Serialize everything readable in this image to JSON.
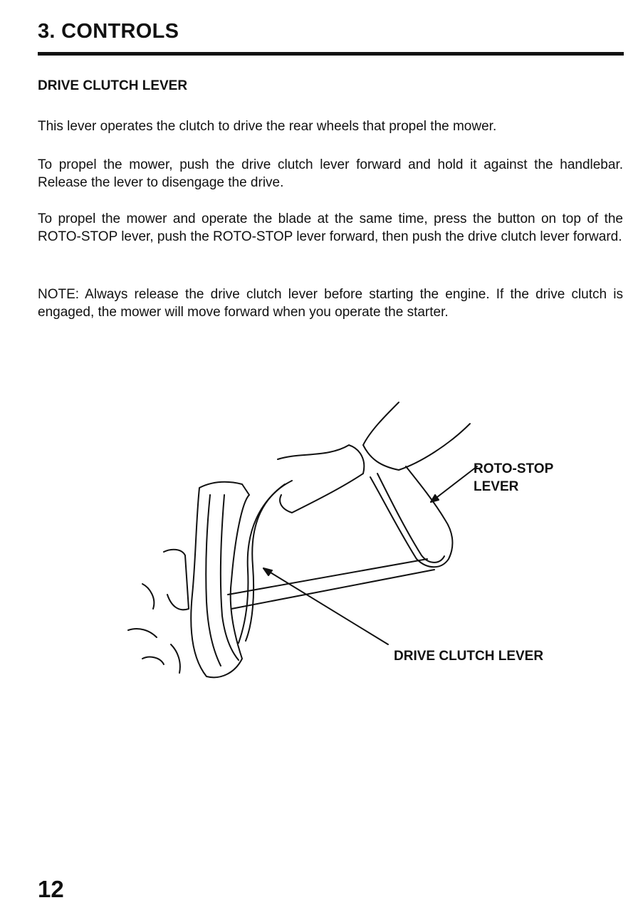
{
  "header": {
    "title": "3. CONTROLS"
  },
  "section": {
    "title": "DRIVE CLUTCH LEVER",
    "paragraphs": [
      "This lever operates the clutch to drive the rear wheels that propel the mower.",
      "To propel the mower, push the drive clutch lever forward and hold it against the handlebar. Release the lever to disengage the drive.",
      "To propel the mower and operate the blade at the same time, press the button on top of the ROTO-STOP lever, push the ROTO-STOP lever forward, then push the drive clutch lever forward.",
      "NOTE: Always release the drive clutch lever before starting the engine. If the drive clutch is engaged, the mower will move forward when you operate the starter."
    ]
  },
  "figure": {
    "callouts": {
      "roto_stop_line1": "ROTO-STOP",
      "roto_stop_line2": "LEVER",
      "drive_clutch": "DRIVE CLUTCH LEVER"
    }
  },
  "footer": {
    "page_number": "12"
  }
}
